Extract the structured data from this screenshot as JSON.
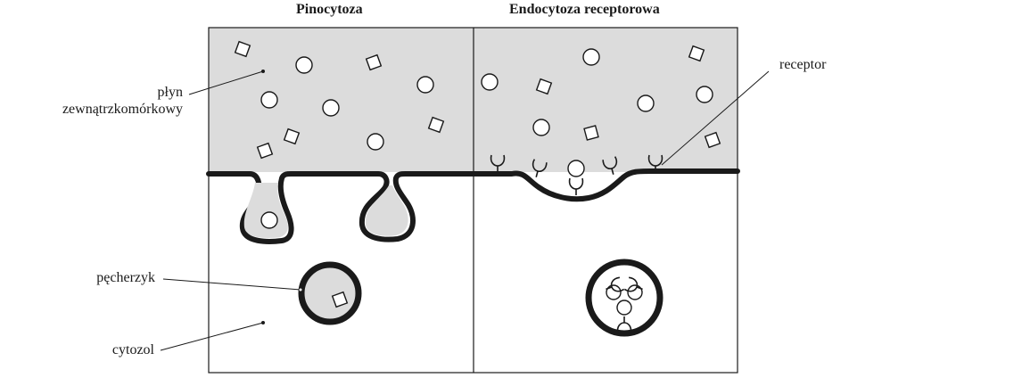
{
  "panels": {
    "left_title": "Pinocytoza",
    "right_title": "Endocytoza receptorowa"
  },
  "labels": {
    "extracellular_line1": "płyn",
    "extracellular_line2": "zewnątrzkomórkowy",
    "vesicle": "pęcherzyk",
    "cytosol": "cytozol",
    "receptor": "receptor"
  },
  "colors": {
    "extracellular_fill": "#dcdcdc",
    "membrane": "#1a1a1a",
    "particle_fill": "#ffffff",
    "background": "#ffffff"
  }
}
